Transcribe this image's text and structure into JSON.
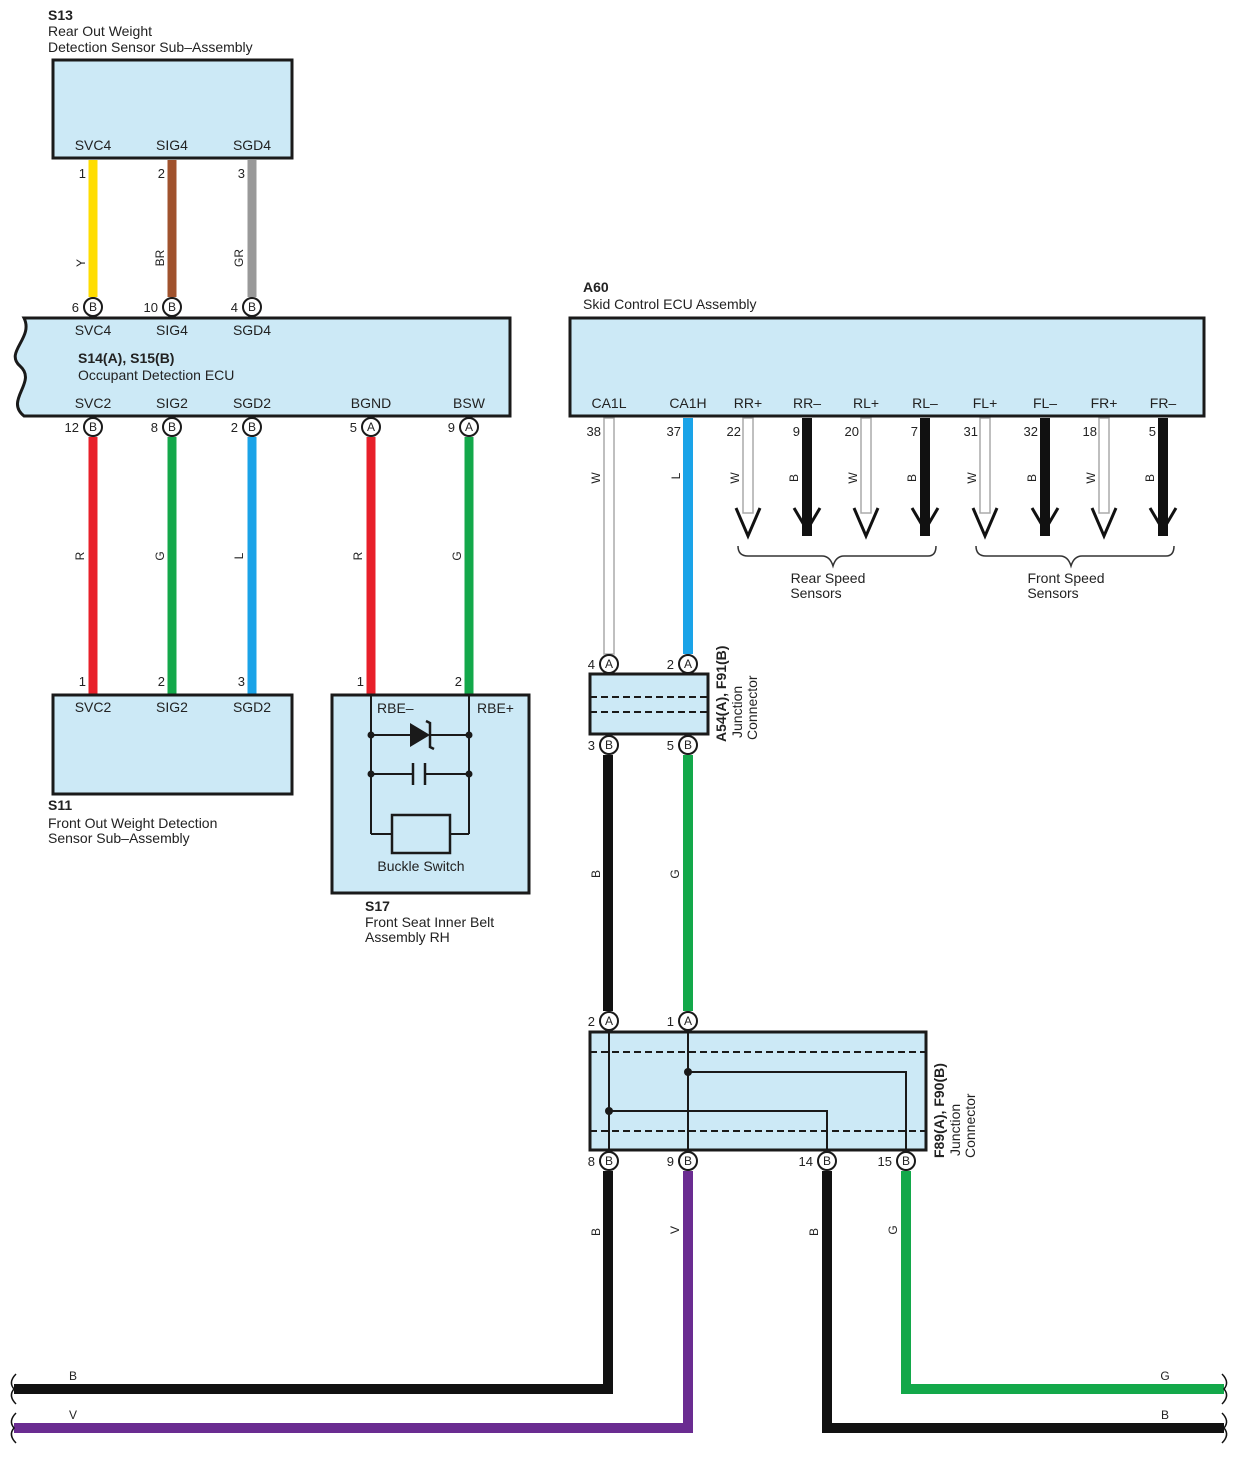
{
  "components": {
    "s13": {
      "id": "S13",
      "name_line1": "Rear Out Weight",
      "name_line2": "Detection Sensor Sub–Assembly",
      "pins": [
        "SVC4",
        "SIG4",
        "SGD4"
      ],
      "pin_numbers": [
        "1",
        "2",
        "3"
      ]
    },
    "ecu": {
      "id": "S14(A), S15(B)",
      "name": "Occupant Detection ECU",
      "top_pins": [
        "SVC4",
        "SIG4",
        "SGD4"
      ],
      "top_numbers": [
        "6",
        "10",
        "4"
      ],
      "top_codes": [
        "B",
        "B",
        "B"
      ],
      "bottom_pins": [
        "SVC2",
        "SIG2",
        "SGD2",
        "BGND",
        "BSW"
      ],
      "bottom_numbers": [
        "12",
        "8",
        "2",
        "5",
        "9"
      ],
      "bottom_codes": [
        "B",
        "B",
        "B",
        "A",
        "A"
      ]
    },
    "s11": {
      "id": "S11",
      "name_line1": "Front Out Weight Detection",
      "name_line2": "Sensor Sub–Assembly",
      "pins": [
        "SVC2",
        "SIG2",
        "SGD2"
      ],
      "pin_numbers": [
        "1",
        "2",
        "3"
      ]
    },
    "s17": {
      "id": "S17",
      "name_line1": "Front Seat Inner Belt",
      "name_line2": "Assembly RH",
      "pins": [
        "RBE–",
        "RBE+"
      ],
      "pin_numbers": [
        "1",
        "2"
      ],
      "inner_label": "Buckle Switch"
    },
    "a60": {
      "id": "A60",
      "name": "Skid Control ECU Assembly",
      "pins": [
        "CA1L",
        "CA1H",
        "RR+",
        "RR–",
        "RL+",
        "RL–",
        "FL+",
        "FL–",
        "FR+",
        "FR–"
      ],
      "pin_numbers": [
        "38",
        "37",
        "22",
        "9",
        "20",
        "7",
        "31",
        "32",
        "18",
        "5"
      ]
    },
    "jc1": {
      "id": "A54(A), F91(B)",
      "line2": "Junction",
      "line3": "Connector",
      "top_numbers": [
        "4",
        "2"
      ],
      "top_codes": [
        "A",
        "A"
      ],
      "bottom_numbers": [
        "3",
        "5"
      ],
      "bottom_codes": [
        "B",
        "B"
      ]
    },
    "jc2": {
      "id": "F89(A), F90(B)",
      "line2": "Junction",
      "line3": "Connector",
      "top_numbers": [
        "2",
        "1"
      ],
      "top_codes": [
        "A",
        "A"
      ],
      "bottom_numbers": [
        "8",
        "9",
        "14",
        "15"
      ],
      "bottom_codes": [
        "B",
        "B",
        "B",
        "B"
      ]
    }
  },
  "wires": {
    "s13_ecu": [
      "Y",
      "BR",
      "GR"
    ],
    "ecu_s11": [
      "R",
      "G",
      "L"
    ],
    "ecu_s17": [
      "R",
      "G"
    ],
    "a60_jc1": [
      "W",
      "L"
    ],
    "sensors": [
      "W",
      "B",
      "W",
      "B",
      "W",
      "B",
      "W",
      "B"
    ],
    "jc1_jc2": [
      "B",
      "G"
    ],
    "jc2_out": [
      "B",
      "V",
      "B",
      "G"
    ],
    "bus_left": [
      "B",
      "V"
    ],
    "bus_right": [
      "G",
      "B"
    ]
  },
  "groups": {
    "rear_line1": "Rear Speed",
    "rear_line2": "Sensors",
    "front_line1": "Front Speed",
    "front_line2": "Sensors"
  },
  "colors": {
    "Y": "#ffdd00",
    "BR": "#a0522d",
    "GR": "#999999",
    "R": "#e8202a",
    "G": "#13a84a",
    "L": "#1aa3e8",
    "B": "#111111",
    "W": "#ffffff",
    "V": "#6a2c91",
    "box": "#cce9f6"
  }
}
